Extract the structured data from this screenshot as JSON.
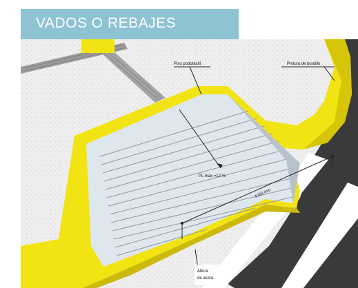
{
  "header": {
    "title": "VADOS O REBAJES"
  },
  "diagram": {
    "labels": {
      "tactile_paving": "Piso podotáctil",
      "curb_paint": "Pintura de bordillo",
      "max_slope": "PL max =12 %",
      "width": "1000 mm",
      "curb_height_line1": "Altura",
      "curb_height_line2": "de acera"
    },
    "colors": {
      "title_bg": "#8dc3d3",
      "curb_yellow": "#f2e313",
      "road": "#3b3a3a",
      "ramp": "#dfe7ee",
      "sidewalk": "#efefef"
    }
  }
}
